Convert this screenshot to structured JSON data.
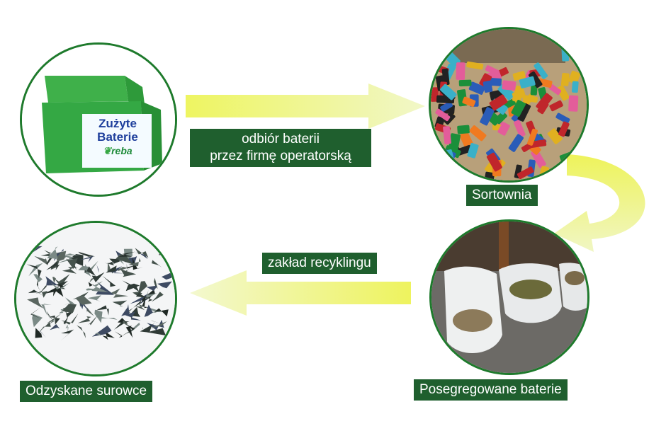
{
  "steps": {
    "bin": {
      "box_line1": "Zużyte",
      "box_line2": "Baterie",
      "box_brand": "reba"
    },
    "collection": {
      "line1": "odbiór baterii",
      "line2": "przez firmę operatorską"
    },
    "sorting": {
      "label": "Sortownia"
    },
    "segregated": {
      "label": "Posegregowane baterie"
    },
    "recycling": {
      "label": "zakład recyklingu"
    },
    "recovered": {
      "label": "Odzyskane surowce"
    }
  },
  "colors": {
    "circle_border": "#1e7a2c",
    "label_bg": "#1f5f2e",
    "arrow_start": "#f4f8c4",
    "arrow_end": "#e6ef3a"
  }
}
